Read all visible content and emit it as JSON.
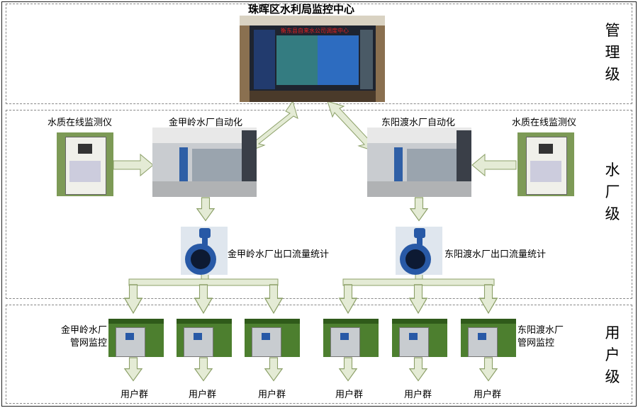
{
  "center": {
    "title": "珠晖区水利局监控中心",
    "screen_banner": "衡东县自来水公司调度中心"
  },
  "levels": {
    "management": [
      "管",
      "理",
      "级"
    ],
    "plant": [
      "水",
      "厂",
      "级"
    ],
    "user": [
      "用",
      "户",
      "级"
    ]
  },
  "plants": [
    {
      "name": "金甲岭水厂自动化",
      "quality": "水质在线监测仪",
      "meter": "金甲岭水厂出口流量统计",
      "network": [
        "金甲岭水厂",
        "管网监控"
      ]
    },
    {
      "name": "东阳渡水厂自动化",
      "quality": "水质在线监测仪",
      "meter": "东阳渡水厂出口流量统计",
      "network": [
        "东阳渡水厂",
        "管网监控"
      ]
    }
  ],
  "user_group_label": "用户群",
  "colors": {
    "arrow_fill": "#e4ebd5",
    "arrow_stroke": "#8ca068",
    "bus_fill": "#e4ebd5",
    "panel_green": "#4d7f2f",
    "meter_blue": "#2859a6",
    "screen_blue": "#2d6cc0",
    "banner_red": "#e02020"
  }
}
